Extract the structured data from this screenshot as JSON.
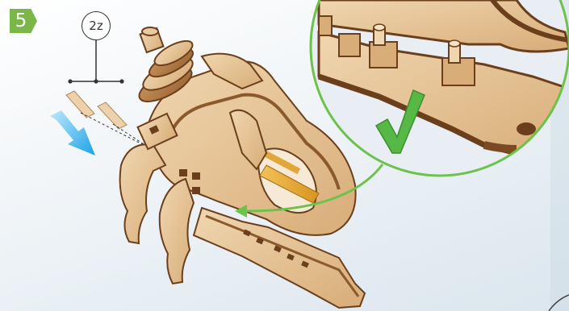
{
  "step": {
    "number": "5"
  },
  "parts_callout": {
    "quantity_label": "2z"
  },
  "colors": {
    "step_badge": "#7ab648",
    "wood_light": "#e9caa0",
    "wood_mid": "#d9ad78",
    "wood_edge": "#6b3f1c",
    "direction_arrow": "#2fb1ea",
    "check_mark": "#57b845",
    "zoom_ring": "#6cc24a",
    "guide_arrow": "#6cc24a"
  },
  "icons": {
    "step_badge": "arrow-badge",
    "direction": "blue-arrow-icon",
    "confirm": "checkmark-icon",
    "callout": "zoom-circle"
  }
}
